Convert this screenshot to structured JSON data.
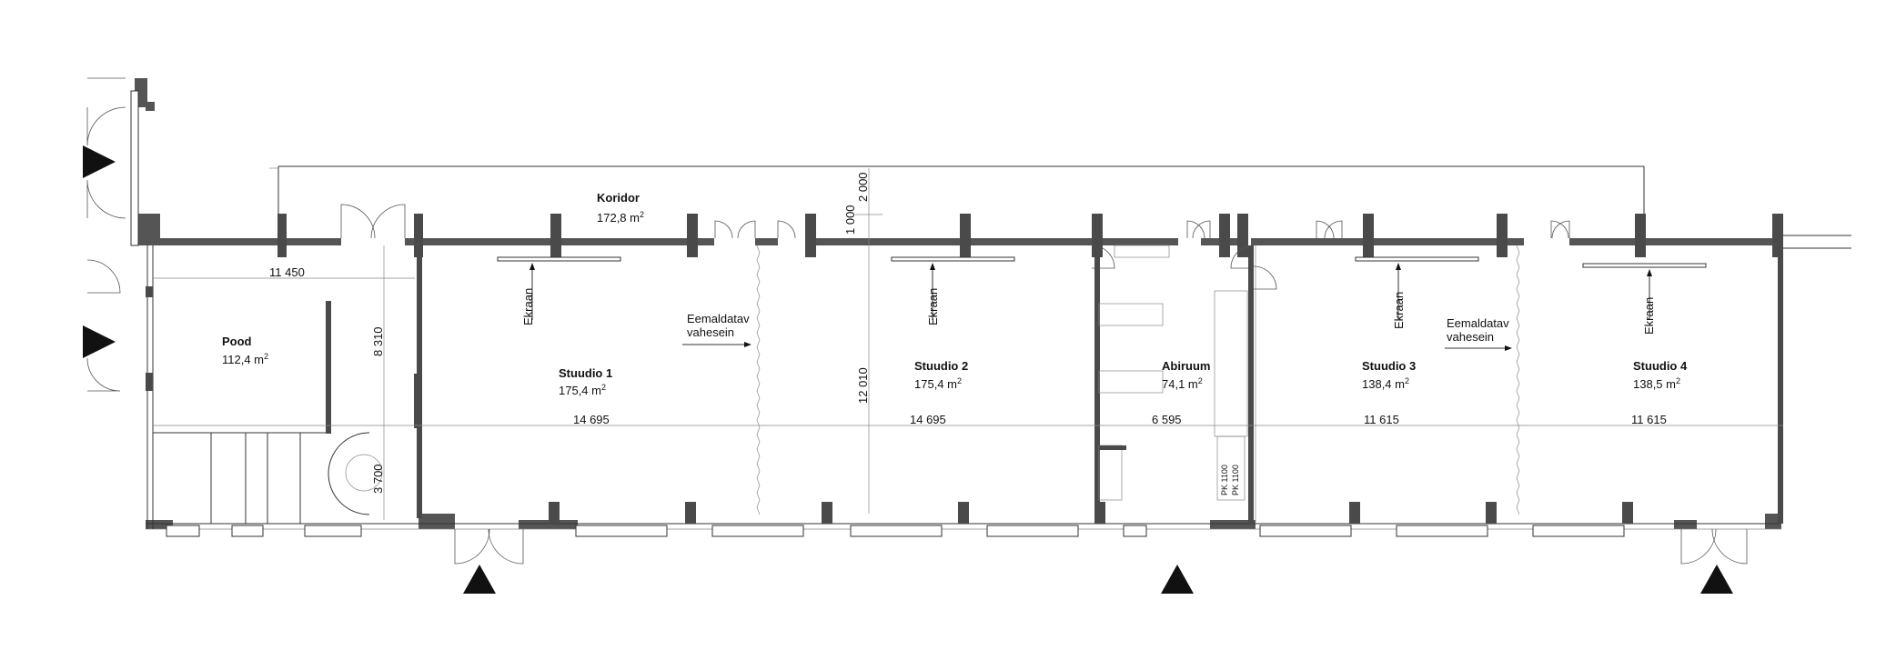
{
  "rooms": {
    "koridor": {
      "name": "Koridor",
      "area": "172,8 m",
      "sup": "2"
    },
    "pood": {
      "name": "Pood",
      "area": "112,4 m",
      "sup": "2"
    },
    "stuudio1": {
      "name": "Stuudio 1",
      "area": "175,4 m",
      "sup": "2"
    },
    "stuudio2": {
      "name": "Stuudio 2",
      "area": "175,4 m",
      "sup": "2"
    },
    "abiruum": {
      "name": "Abiruum",
      "area": "74,1 m",
      "sup": "2"
    },
    "stuudio3": {
      "name": "Stuudio 3",
      "area": "138,4 m",
      "sup": "2"
    },
    "stuudio4": {
      "name": "Stuudio 4",
      "area": "138,5 m",
      "sup": "2"
    }
  },
  "dimensions": {
    "pood_width": "11 450",
    "stuudio1_width": "14 695",
    "stuudio2_width": "14 695",
    "abiruum_width": "6 595",
    "stuudio3_width": "11 615",
    "stuudio4_width": "11 615",
    "depth_main": "8 310",
    "depth_lower": "3 700",
    "depth_total": "12 010",
    "koridor_upper": "2 000",
    "koridor_lower": "1 000"
  },
  "labels": {
    "ekraan": "Ekraan",
    "partition_line1": "Eemaldatav",
    "partition_line2": "vahesein",
    "pk1": "PK 1100",
    "pk2": "PK 1100"
  },
  "colors": {
    "wall": "#555555",
    "entrance_arrow": "#111111"
  }
}
